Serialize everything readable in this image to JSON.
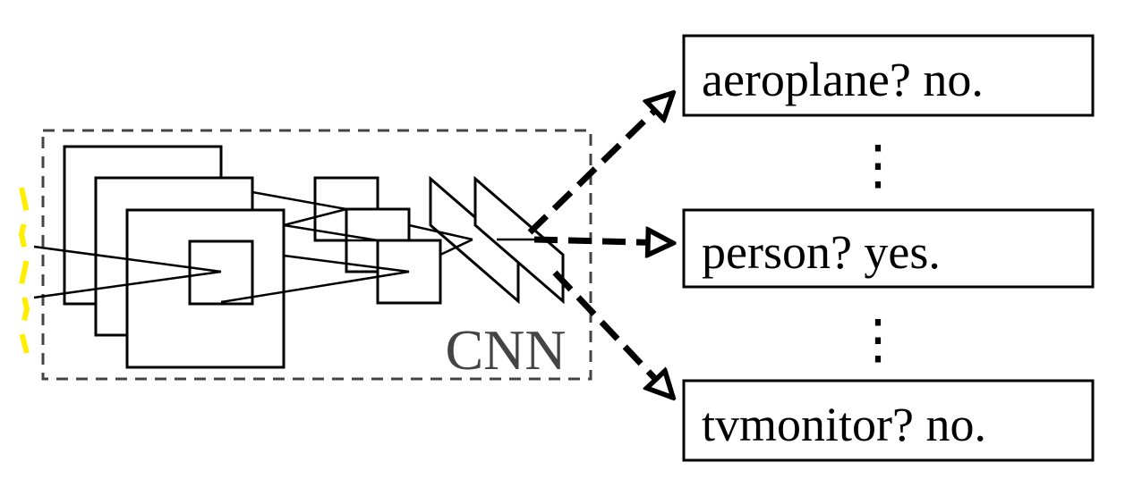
{
  "cnn": {
    "label": "CNN"
  },
  "outputs": [
    {
      "label": "aeroplane? no."
    },
    {
      "label": "person? yes."
    },
    {
      "label": "tvmonitor? no."
    }
  ],
  "ellipsis": {
    "symbol": "⋮"
  },
  "colors": {
    "stroke": "#000000",
    "dashed_box": "#444444",
    "cnn_label": "#444444",
    "input_highlight": "#ffee00",
    "background": "#ffffff"
  }
}
